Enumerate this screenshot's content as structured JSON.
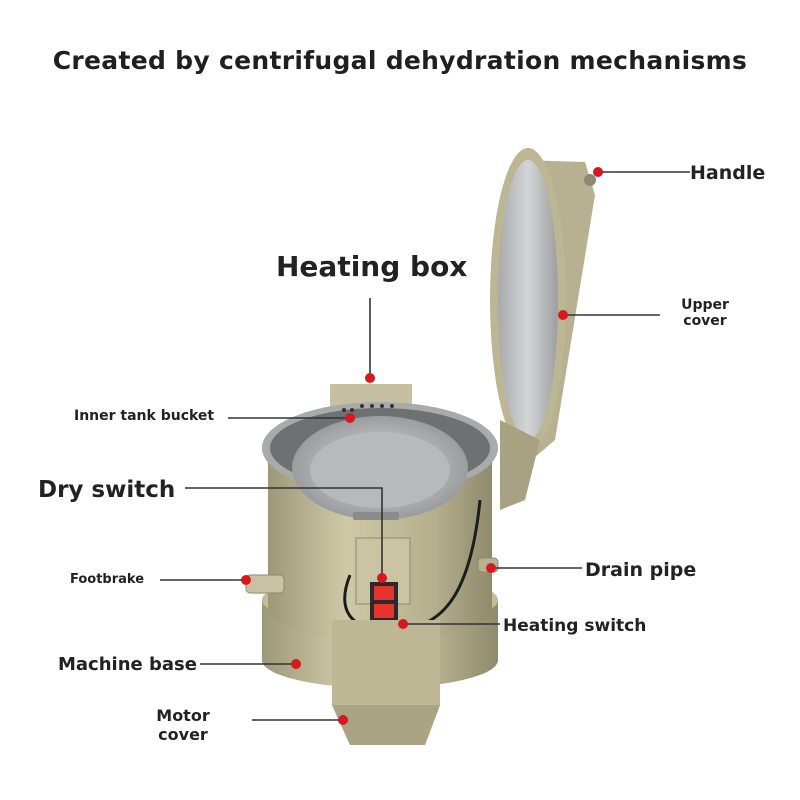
{
  "title": "Created by centrifugal dehydration mechanisms",
  "labels": {
    "handle": "Handle",
    "heating_box": "Heating box",
    "upper_cover_line1": "Upper",
    "upper_cover_line2": "cover",
    "inner_tank_bucket": "Inner tank bucket",
    "dry_switch": "Dry switch",
    "footbrake": "Footbrake",
    "drain_pipe": "Drain pipe",
    "heating_switch": "Heating switch",
    "machine_base": "Machine base",
    "motor_cover_line1": "Motor",
    "motor_cover_line2": "cover"
  },
  "colors": {
    "background": "#ffffff",
    "machine_body": "#b9b392",
    "metal": "#c9cacb",
    "marker": "#d6191f",
    "leader_line": "#333333",
    "switch_light": "#e8322e"
  }
}
